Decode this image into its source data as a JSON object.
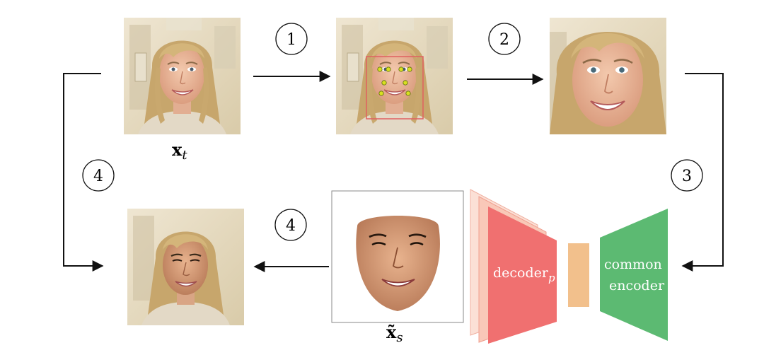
{
  "steps": {
    "one": "1",
    "two": "2",
    "three": "3",
    "four_left": "4",
    "four_middle": "4"
  },
  "labels": {
    "target_main": "x",
    "target_sub": "t",
    "source_main": "x̃",
    "source_sub": "s"
  },
  "network": {
    "decoder_main": "decoder",
    "decoder_sub": "p",
    "encoder_line1": "common",
    "encoder_line2": "encoder"
  },
  "colors": {
    "decoder": "#f07070",
    "decoder_shadow": "#f9c3b5",
    "bottleneck": "#f2c08c",
    "encoder": "#5cba72",
    "arrow": "#111111",
    "landmark": "#d8e020",
    "face_box": "#e06060"
  }
}
